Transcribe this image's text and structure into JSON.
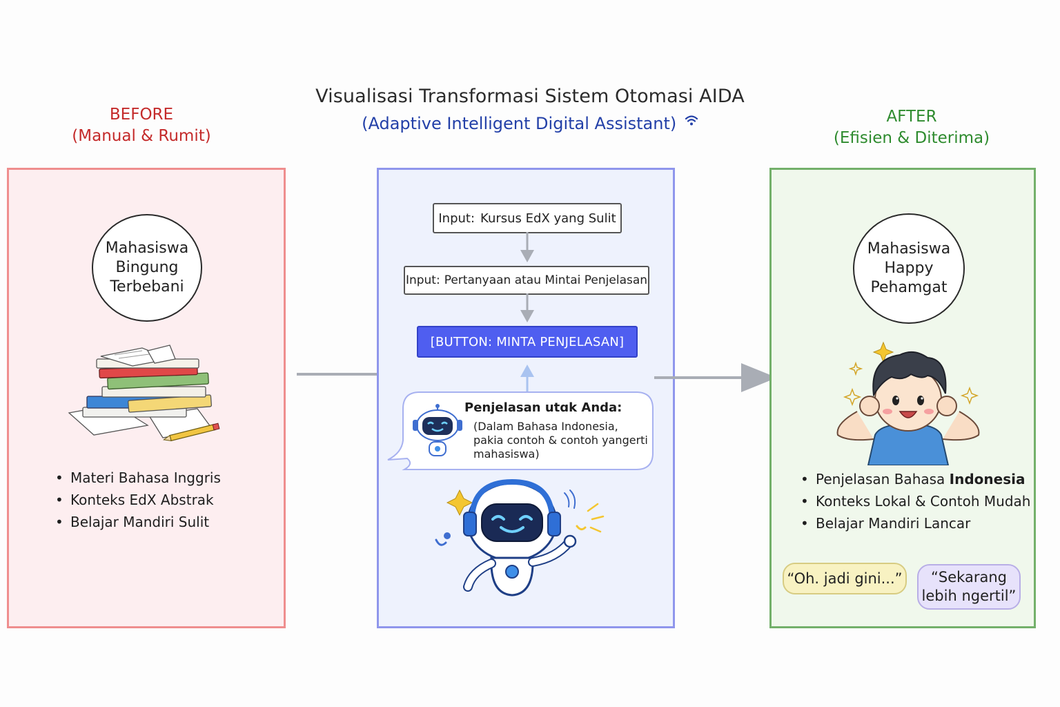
{
  "header": {
    "title": "Visualisasi Transformasi Sistem Otomasi AIDA",
    "subtitle": "(Adaptive Intelligent Digital Assistant)"
  },
  "before": {
    "label": "BEFORE",
    "sublabel": "(Manual & Rumit)",
    "circle": [
      "Mahasiswa",
      "Bingung",
      "Terbebani"
    ],
    "bullets": [
      "Materi Bahasa Inggris",
      "Konteks EdX Abstrak",
      "Belajar Mandiri Sulit"
    ]
  },
  "middle": {
    "input1": {
      "prefix": "Input:",
      "text": "Kursus EdX yang Sulit"
    },
    "input2": {
      "prefix": "Input:",
      "text": "Pertanyaan atau Mintai Penjelasan"
    },
    "button_label": "[BUTTON: MINTA PENJELASAN]",
    "response": {
      "title": "Penjelasan utɑk Anda:",
      "lines": [
        "(Dalam Bahasa Indonesia,",
        "pakia contoh & contoh yangerti",
        "mahasiswa)"
      ]
    }
  },
  "after": {
    "label": "AFTER",
    "sublabel": "(Efisien & Diterima)",
    "circle": [
      "Mahasiswa",
      "Happy",
      "Pehamgat"
    ],
    "bullets": [
      {
        "pre": "Penjelasan Bahasa ",
        "bold": "Indonesia"
      },
      {
        "pre": "Konteks Lokal & Contoh Mudah",
        "bold": ""
      },
      {
        "pre": "Belajar Mandiri Lancar",
        "bold": ""
      }
    ],
    "quote1": "“Oh. jadi gini...”",
    "quote2": [
      "“Sekarang",
      "lebih ngertil”"
    ]
  },
  "colors": {
    "before": "#c42a2a",
    "after": "#2e8b2e",
    "subtitle": "#2340a8",
    "button": "#4f5ef0",
    "arrow": "#a9adb5"
  },
  "icons": [
    "wifi-icon",
    "books-icon",
    "robot-icon",
    "happy-boy-icon",
    "sparkle-icon",
    "arrow-right-icon",
    "arrow-down-icon",
    "arrow-up-icon"
  ]
}
